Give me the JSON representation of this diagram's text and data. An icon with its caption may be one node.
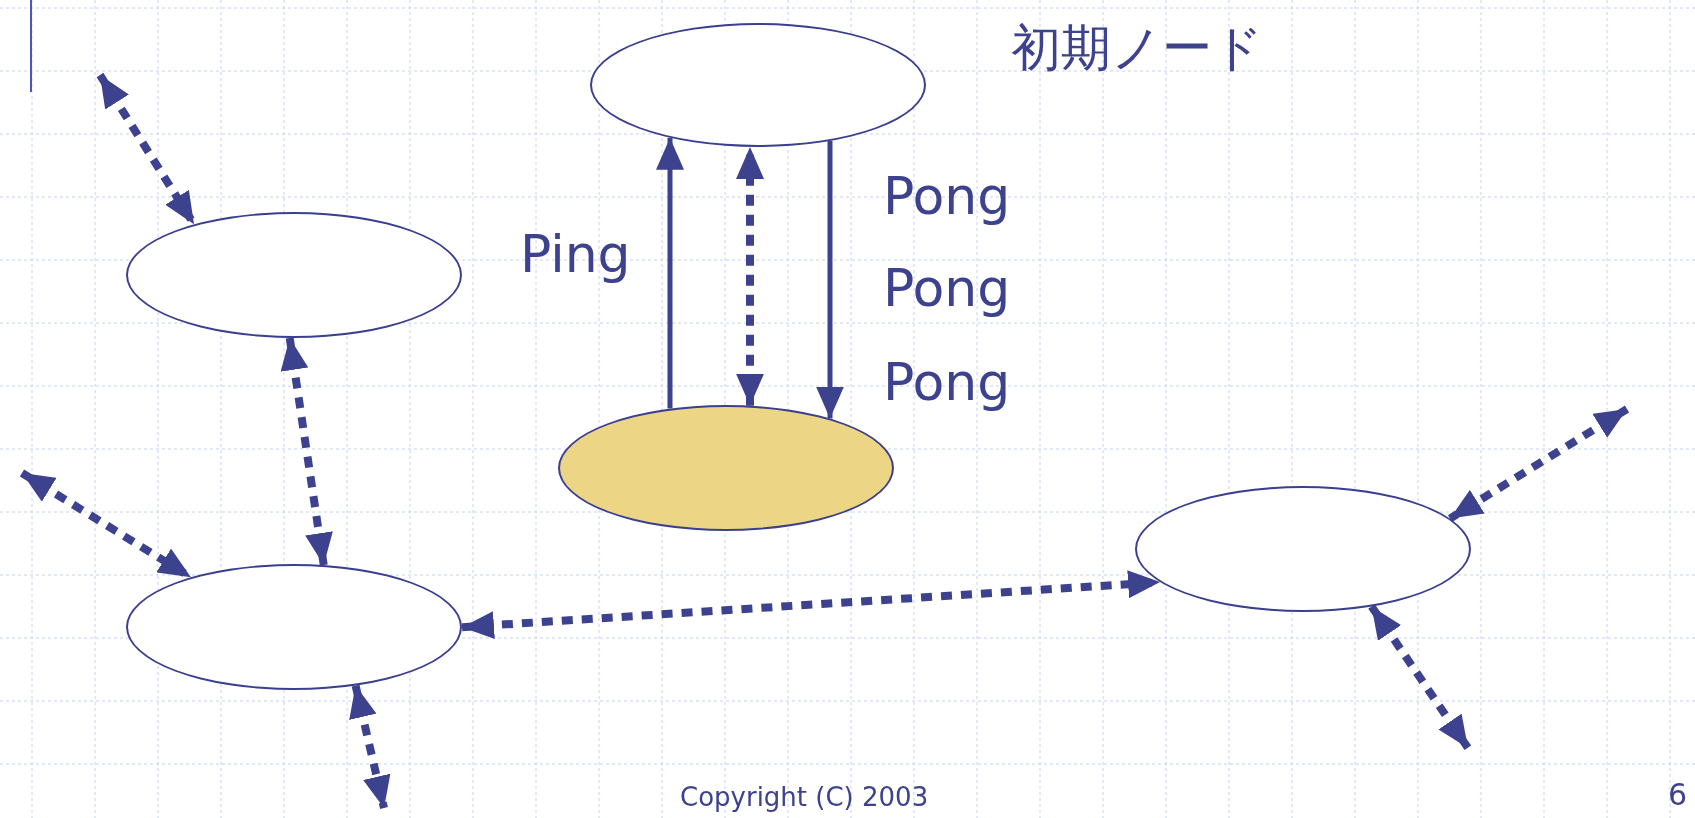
{
  "diagram": {
    "nodes": [
      {
        "text": [],
        "shape": "ellipse",
        "beside": [
          "初期ノード"
        ]
      },
      {
        "text": [],
        "shape": "ellipse"
      },
      {
        "text": [],
        "shape": "ellipse"
      },
      {
        "text": [],
        "shape": "ellipse"
      },
      {
        "text": [],
        "shape": "ellipse"
      }
    ],
    "edges": [
      {
        "from": 2,
        "to": 0,
        "arrow": "to",
        "label": "Ping"
      },
      {
        "from": 2,
        "to": 0,
        "arrow": "both",
        "style": "dashed"
      },
      {
        "from": 0,
        "to": 2,
        "arrow": "to",
        "label": "Pong"
      },
      {
        "from": null,
        "to": 1,
        "arrow": "both",
        "style": "dashed"
      },
      {
        "from": 1,
        "to": 3,
        "arrow": "both",
        "style": "dashed"
      },
      {
        "from": null,
        "to": 3,
        "arrow": "both",
        "style": "dashed"
      },
      {
        "from": 3,
        "to": null,
        "arrow": "both",
        "style": "dashed"
      },
      {
        "from": 3,
        "to": 4,
        "arrow": "both",
        "style": "dashed"
      },
      {
        "from": null,
        "to": 4,
        "arrow": "both",
        "style": "dashed"
      },
      {
        "from": 4,
        "to": null,
        "arrow": "both",
        "style": "dashed"
      }
    ],
    "labels": [
      "Pong",
      "Pong",
      "Copyright (C) 2003",
      "6"
    ]
  }
}
